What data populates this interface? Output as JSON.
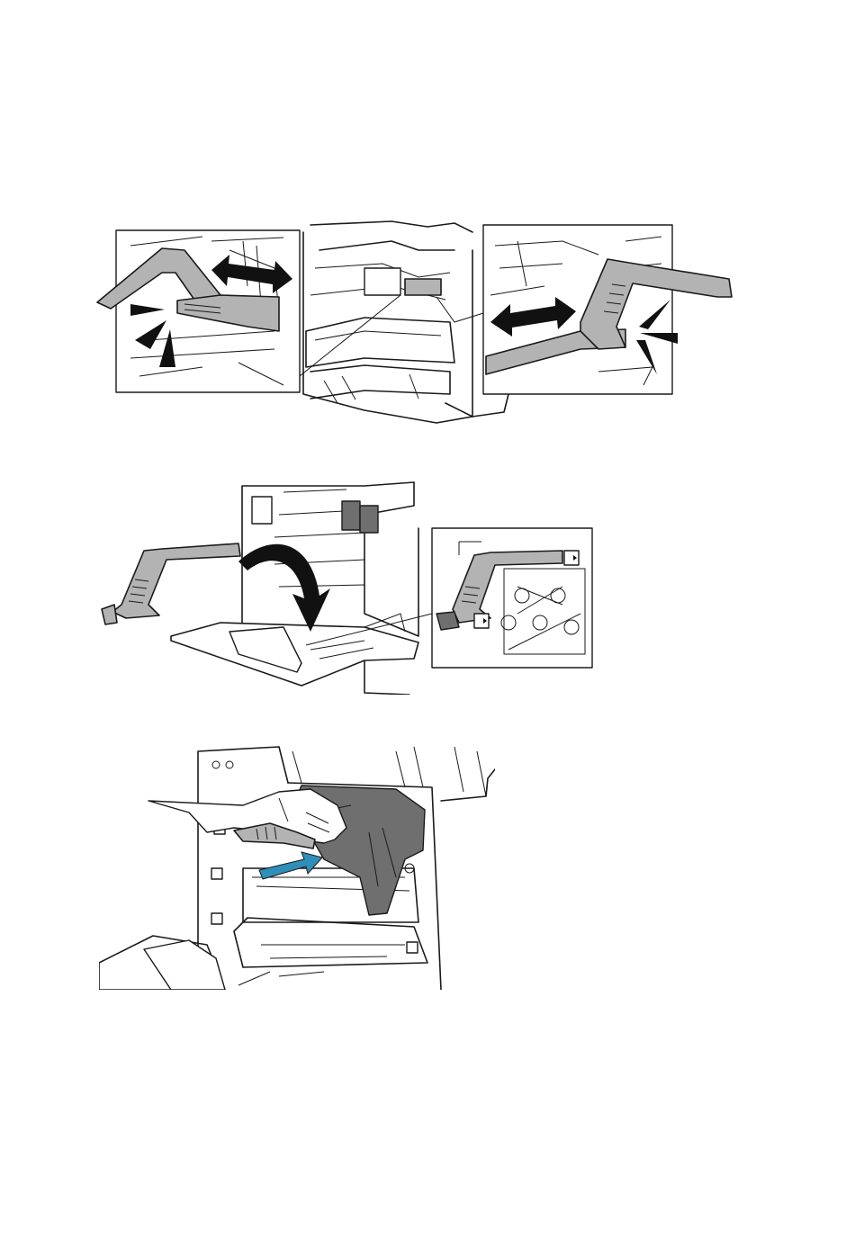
{
  "page": {
    "figures": [
      {
        "id": "fig-1",
        "icon": "lever-slide-illustration"
      },
      {
        "id": "fig-2",
        "icon": "lever-fold-illustration"
      },
      {
        "id": "fig-3",
        "icon": "cartridge-insert-illustration"
      }
    ]
  },
  "colors": {
    "part_gray": "#b3b3b3",
    "part_dark": "#6f6f6f",
    "outline": "#1a1a1a",
    "arrow_black": "#111111",
    "arrow_blue": "#2f8fb8"
  }
}
